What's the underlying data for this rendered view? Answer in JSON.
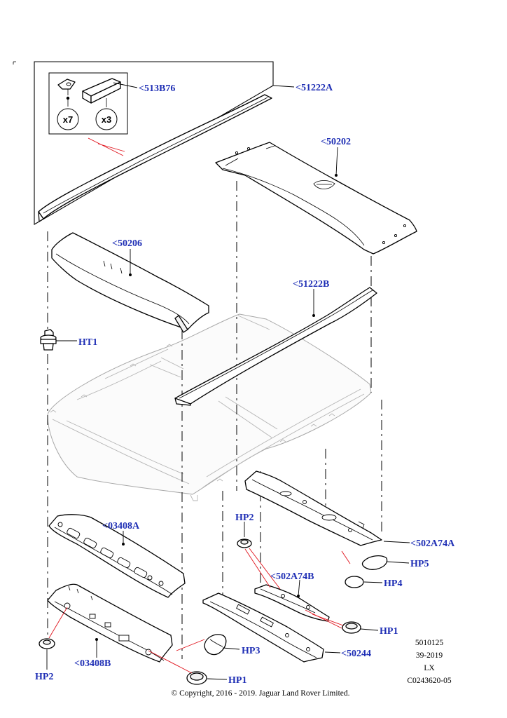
{
  "callouts": {
    "c513B76": "<513B76",
    "c51222A": "<51222A",
    "c50202": "<50202",
    "c50206": "<50206",
    "c51222B": "<51222B",
    "ht1": "HT1",
    "c03408A": "<03408A",
    "hp2_mid": "HP2",
    "c502A74A": "<502A74A",
    "hp5": "HP5",
    "c502A74B": "<502A74B",
    "hp4": "HP4",
    "hp1_right": "HP1",
    "c03408B": "<03408B",
    "hp3": "HP3",
    "c50244": "<50244",
    "hp2_left": "HP2",
    "hp1_bottom": "HP1"
  },
  "inset": {
    "qty_clip": "x7",
    "qty_block": "x3"
  },
  "footer": {
    "ref_number": "5010125",
    "date_code": "39-2019",
    "model": "LX",
    "illustration_id": "C0243620-05",
    "copyright": "© Copyright, 2016 - 2019. Jaguar Land Rover Limited."
  }
}
